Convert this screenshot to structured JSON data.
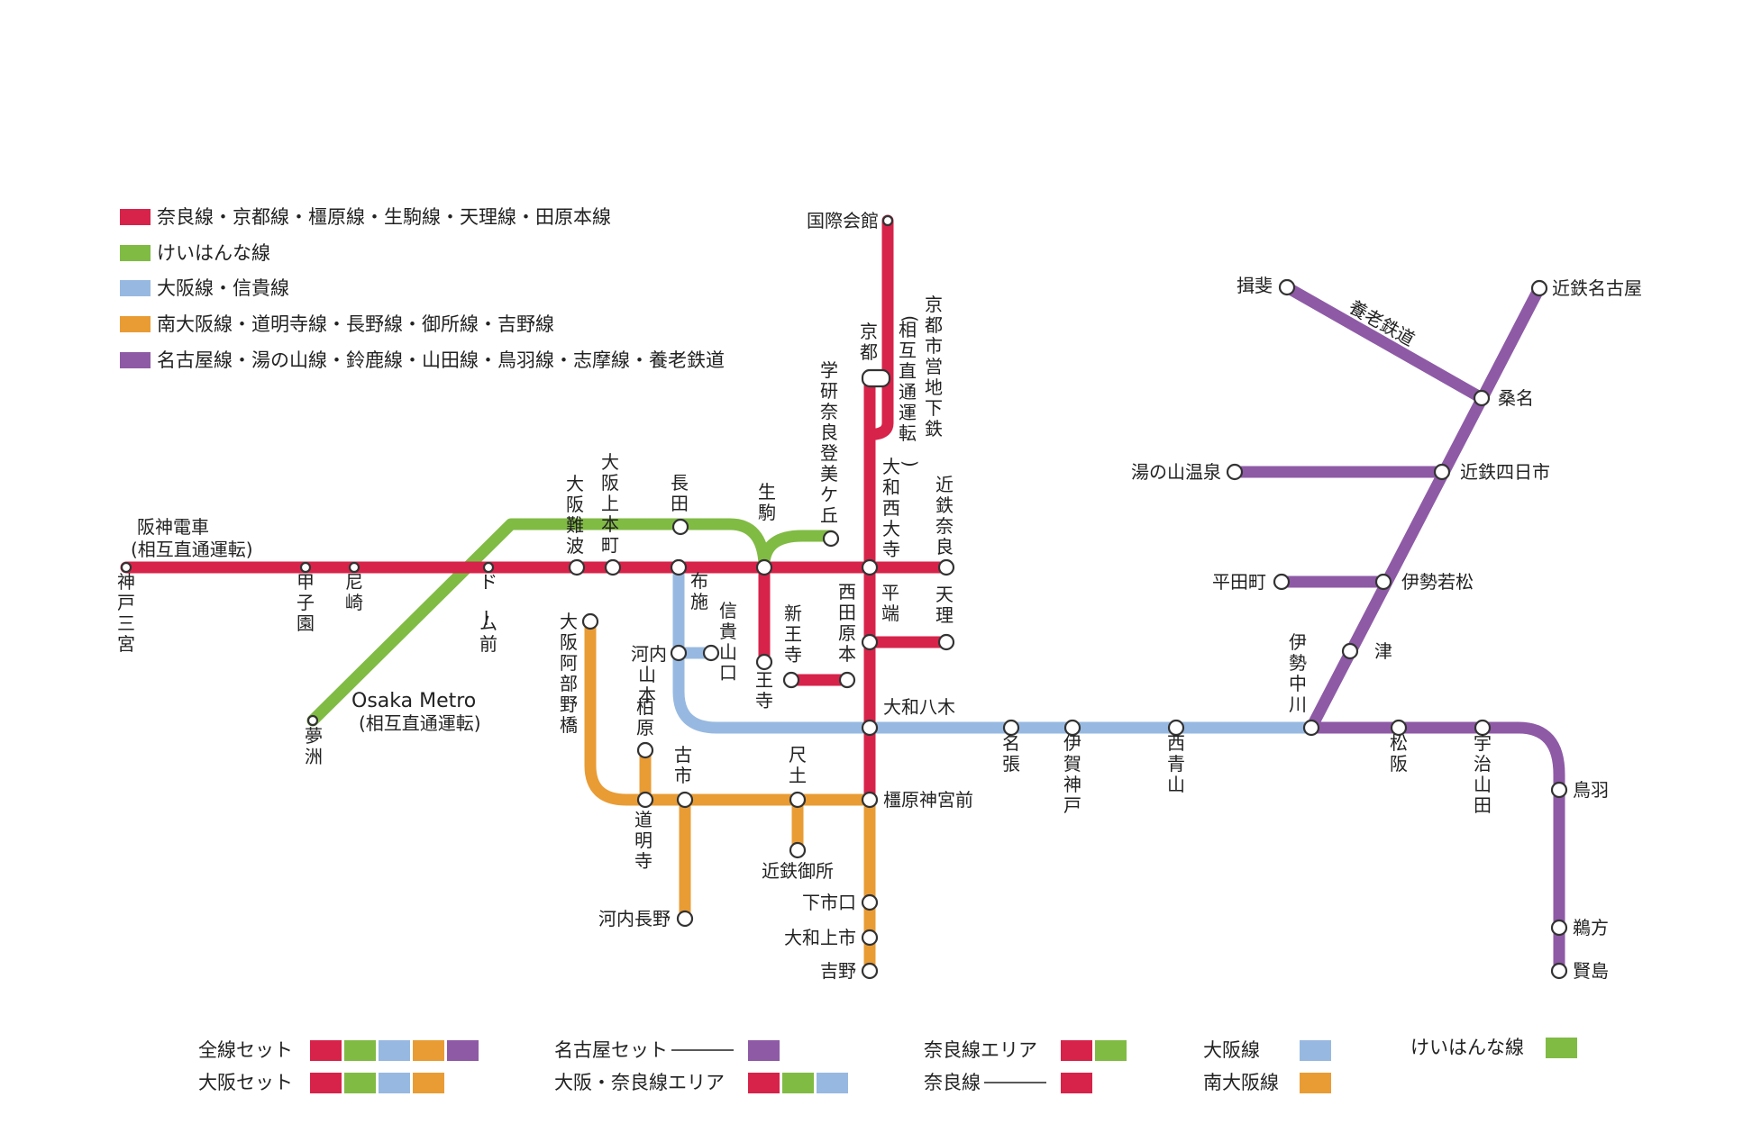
{
  "colors": {
    "nara": "#d7234a",
    "keihanna": "#80bb44",
    "osaka": "#97b9e1",
    "minami_osaka": "#e99c34",
    "nagoya": "#8e5aa6"
  },
  "legend": [
    {
      "color": "nara",
      "label": "奈良線・京都線・橿原線・生駒線・天理線・田原本線"
    },
    {
      "color": "keihanna",
      "label": "けいはんな線"
    },
    {
      "color": "osaka",
      "label": "大阪線・信貴線"
    },
    {
      "color": "minami_osaka",
      "label": "南大阪線・道明寺線・長野線・御所線・吉野線"
    },
    {
      "color": "nagoya",
      "label": "名古屋線・湯の山線・鈴鹿線・山田線・鳥羽線・志摩線・養老鉄道"
    }
  ],
  "stations": {
    "kokusai_kaikan": "国際会館",
    "kyoto": "京都",
    "kyoto_subway": "京都市営地下鉄",
    "kyoto_subway_note": "(相互直通運転)",
    "gakken": "学研奈良登美ケ丘",
    "yamato_saidaiji": "大和西大寺",
    "kintetsu_nara": "近鉄奈良",
    "hanshin": "阪神電車",
    "hanshin_note": "(相互直通運転)",
    "kobe_sannomiya": "神戸三宮",
    "koshien": "甲子園",
    "amagasaki": "尼崎",
    "dome_mae": "ドーム前",
    "osaka_namba": "大阪難波",
    "osaka_uehommachi": "大阪上本町",
    "nagata": "長田",
    "ikoma": "生駒",
    "fuse": "布施",
    "shigisan": "信貴山口",
    "kawachi_yamamoto": "河内山本",
    "oji": "王寺",
    "shin_oji": "新王寺",
    "nishitawaramoto": "西田原本",
    "hirahata": "平端",
    "tenri": "天理",
    "yamato_yagi": "大和八木",
    "osaka_metro": "Osaka Metro",
    "osaka_metro_note": "(相互直通運転)",
    "yumeshima": "夢洲",
    "osaka_abenobashi": "大阪阿部野橋",
    "kashiwara": "柏原",
    "furuichi": "古市",
    "shakudo": "尺土",
    "domyoji": "道明寺",
    "kashiharajingumae": "橿原神宮前",
    "kintetsu_gose": "近鉄御所",
    "shimoichiguchi": "下市口",
    "yamato_kamiichi": "大和上市",
    "yoshino": "吉野",
    "kawachinagano": "河内長野",
    "nabari": "名張",
    "iga_kambe": "伊賀神戸",
    "nishi_aoyama": "西青山",
    "ise_nakagawa": "伊勢中川",
    "matsusaka": "松阪",
    "ujiyamada": "宇治山田",
    "toba": "鳥羽",
    "ugata": "鵜方",
    "kashikojima": "賢島",
    "tsu": "津",
    "ise_wakamatsu": "伊勢若松",
    "hiratacho": "平田町",
    "kintetsu_yokkaichi": "近鉄四日市",
    "yunoyama": "湯の山温泉",
    "kuwana": "桑名",
    "kintetsu_nagoya": "近鉄名古屋",
    "ibi": "揖斐",
    "yoro_railway": "養老鉄道"
  },
  "sets": [
    {
      "label": "全線セット",
      "colors": [
        "nara",
        "keihanna",
        "osaka",
        "minami_osaka",
        "nagoya"
      ],
      "dash": false
    },
    {
      "label": "大阪セット",
      "colors": [
        "nara",
        "keihanna",
        "osaka",
        "minami_osaka"
      ],
      "dash": false
    },
    {
      "label": "名古屋セット",
      "colors": [
        "nagoya"
      ],
      "dash": true
    },
    {
      "label": "大阪・奈良線エリア",
      "colors": [
        "nara",
        "keihanna",
        "osaka"
      ],
      "dash": false
    },
    {
      "label": "奈良線エリア",
      "colors": [
        "nara",
        "keihanna"
      ],
      "dash": false
    },
    {
      "label": "奈良線",
      "colors": [
        "nara"
      ],
      "dash": true
    },
    {
      "label": "大阪線",
      "colors": [
        "osaka"
      ],
      "dash": false
    },
    {
      "label": "南大阪線",
      "colors": [
        "minami_osaka"
      ],
      "dash": false
    },
    {
      "label": "けいはんな線",
      "colors": [
        "keihanna"
      ],
      "dash": false
    }
  ]
}
